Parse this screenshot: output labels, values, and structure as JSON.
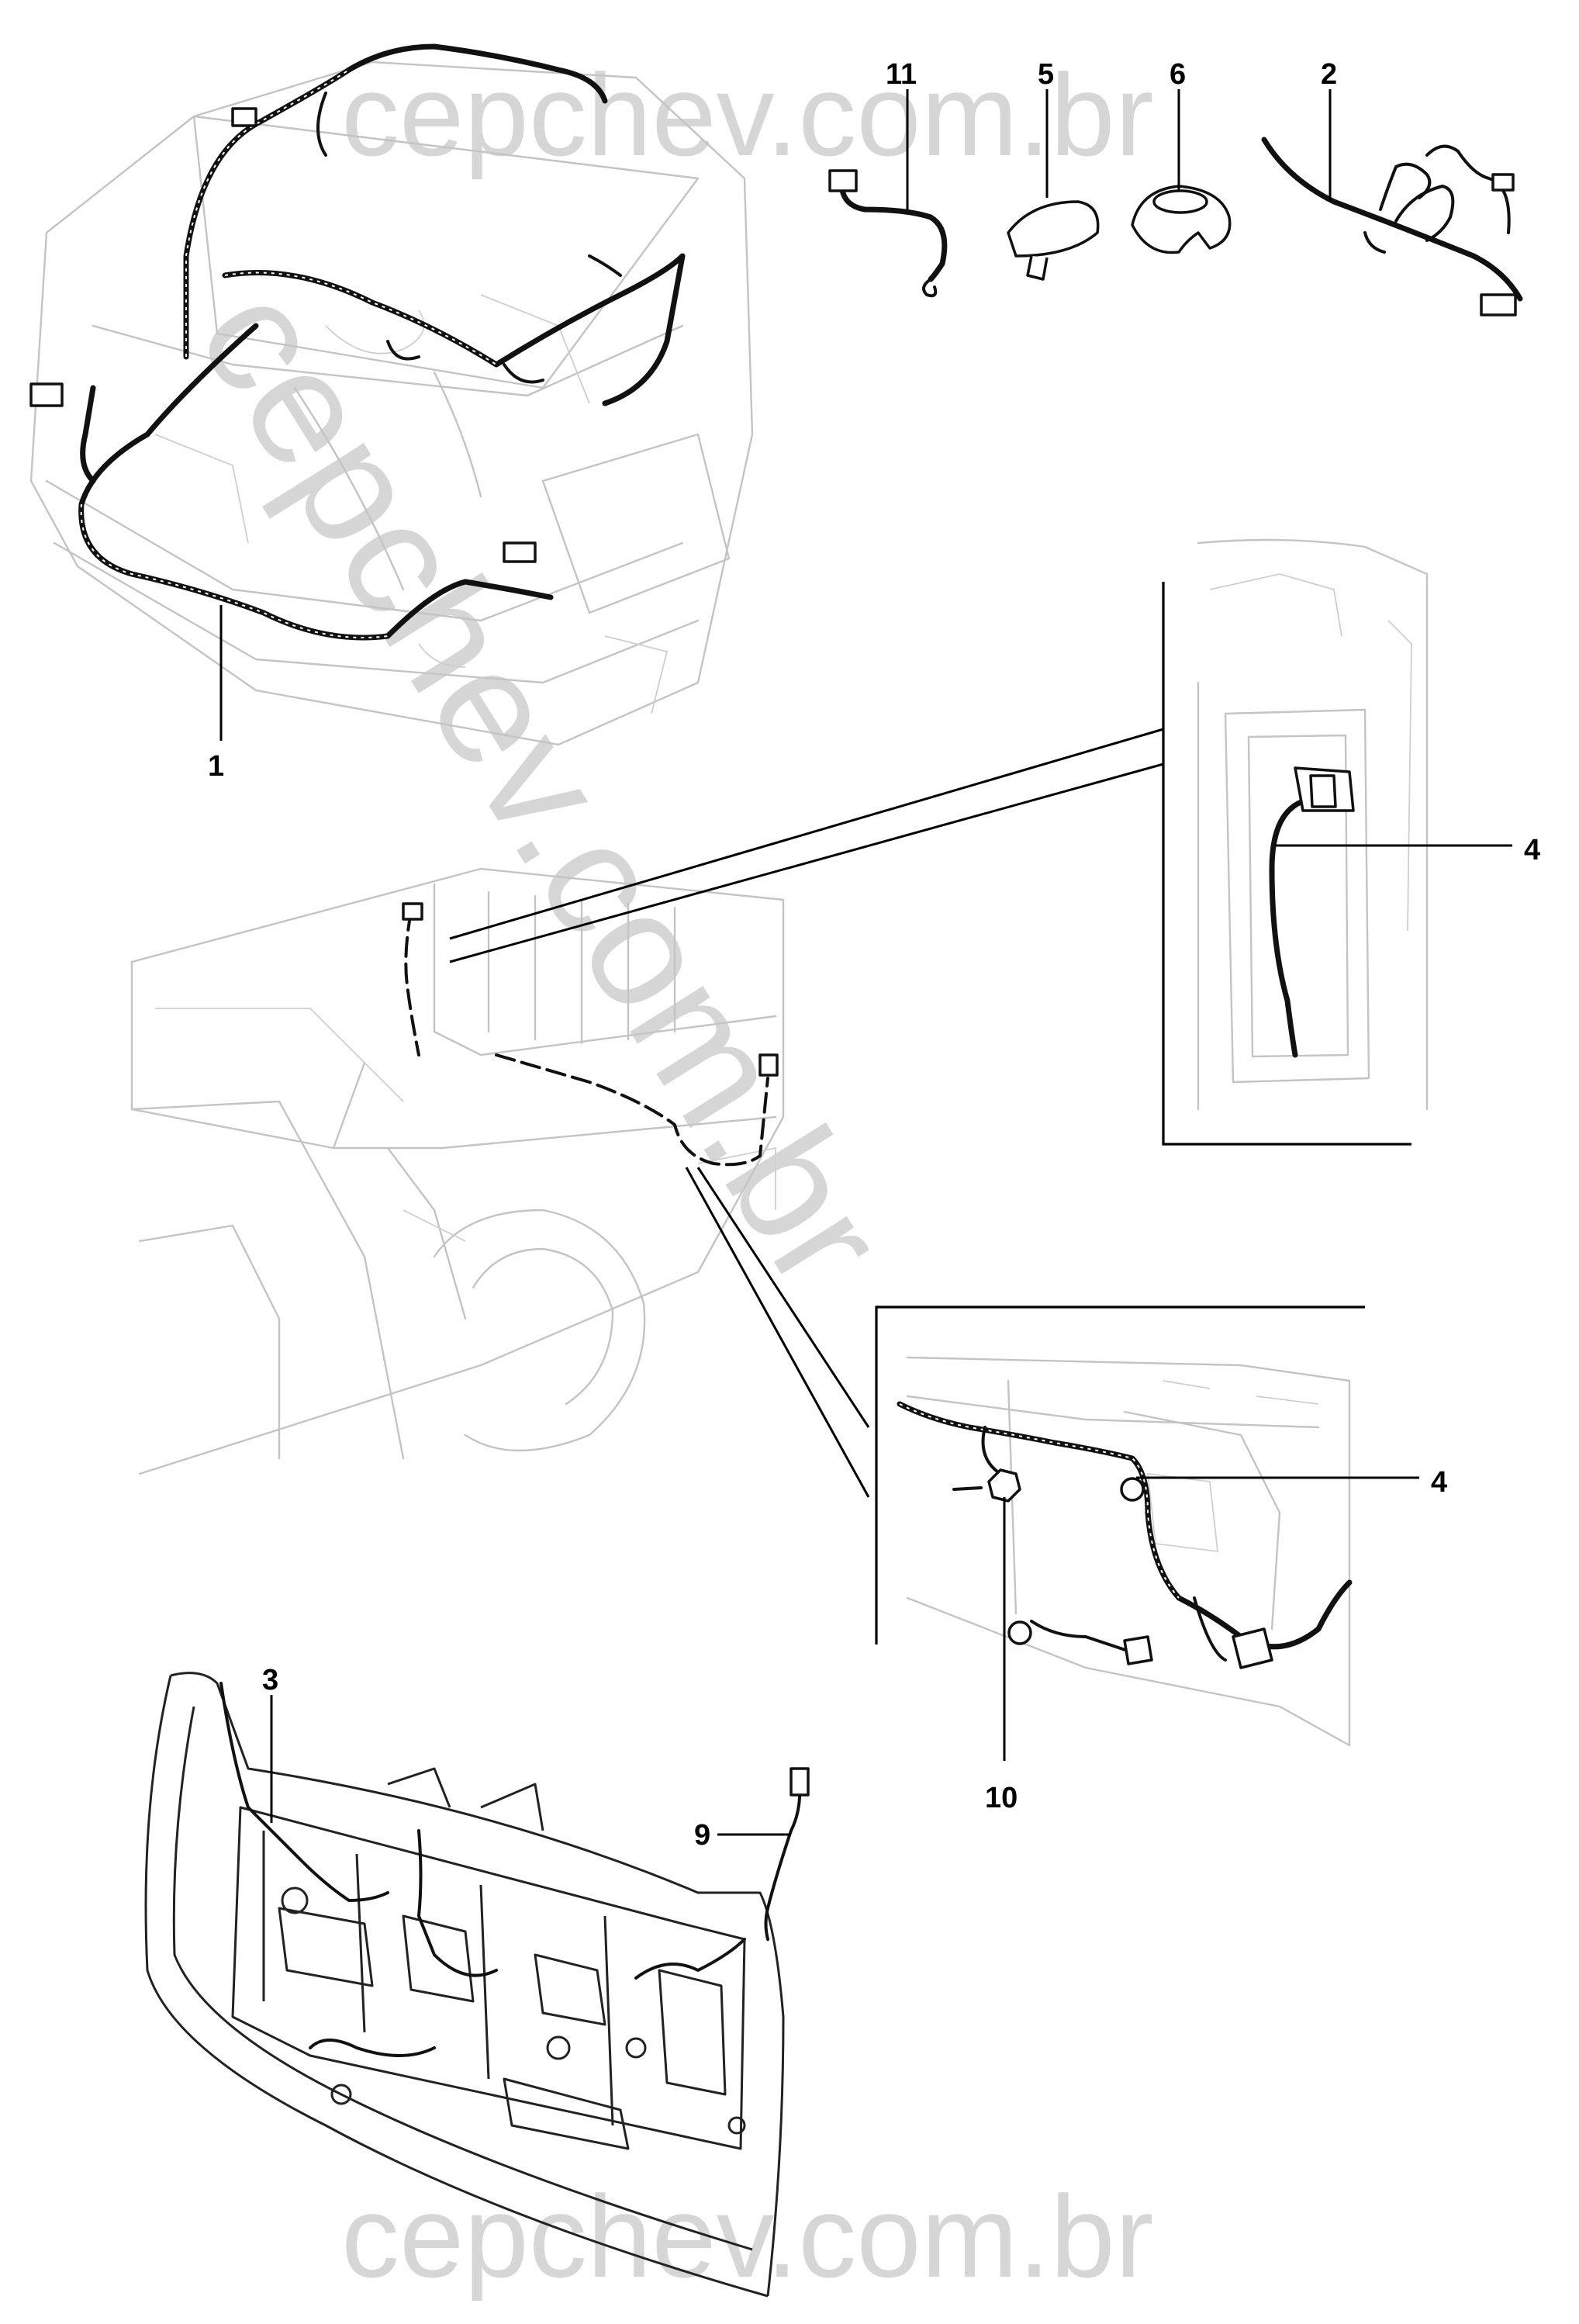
{
  "watermarks": {
    "top": "cepchev.com.br",
    "bottom": "cepchev.com.br",
    "diagonal": "cepchev.com.br"
  },
  "callouts": {
    "c1": "1",
    "c2": "2",
    "c3": "3",
    "c4a": "4",
    "c4b": "4",
    "c5": "5",
    "c6": "6",
    "c9": "9",
    "c10": "10",
    "c11": "11"
  },
  "colors": {
    "line_art": "#111111",
    "ghost_outline": "#c4c4c4",
    "watermark": "#d6d6d6",
    "background": "#ffffff"
  }
}
